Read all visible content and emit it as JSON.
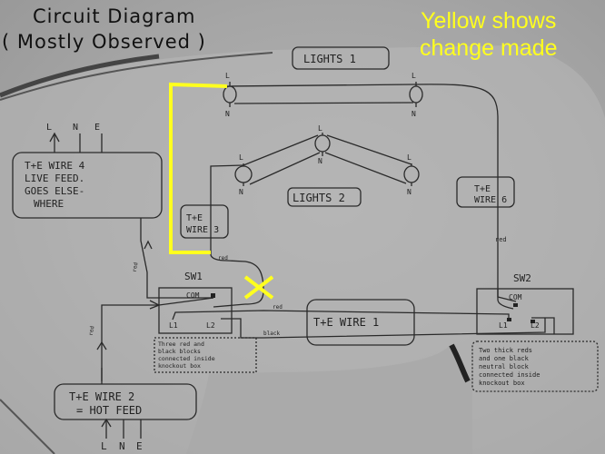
{
  "title": {
    "line1": "Circuit Diagram",
    "line2": "( Mostly Observed )"
  },
  "annotation": {
    "line1": "Yellow shows",
    "line2": "change made",
    "color": "#ffff1e"
  },
  "lights_1": {
    "label": "LIGHTS 1",
    "fittings": [
      {
        "top": "L",
        "bottom": "N"
      },
      {
        "top": "L",
        "bottom": "N"
      }
    ]
  },
  "lights_2": {
    "label": "LIGHTS 2",
    "fittings": [
      {
        "top": "L",
        "bottom": "N"
      },
      {
        "top": "L",
        "bottom": "N"
      },
      {
        "top": "L",
        "bottom": "N"
      }
    ]
  },
  "wires": {
    "wire_1": "T+E WIRE 1",
    "wire_2_line1": "T+E WIRE 2",
    "wire_2_line2": "= HOT FEED",
    "wire_3_line1": "T+E",
    "wire_3_line2": "WIRE 3",
    "wire_4_line1": "T+E WIRE 4",
    "wire_4_line2": "LIVE FEED.",
    "wire_4_line3": "GOES ELSE-",
    "wire_4_line4": "WHERE",
    "wire_6_line1": "T+E",
    "wire_6_line2": "WIRE 6"
  },
  "terminals": {
    "top_L": "L",
    "top_N": "N",
    "top_E": "E",
    "bottom_L": "L",
    "bottom_N": "N",
    "bottom_E": "E"
  },
  "switch_1": {
    "label": "SW1",
    "com": "COM",
    "l1": "L1",
    "l2": "L2",
    "note_lines": [
      "Three red and",
      "black blocks",
      "connected inside",
      "knockout box"
    ]
  },
  "switch_2": {
    "label": "SW2",
    "com": "COM",
    "l1": "L1",
    "l2": "L2",
    "note_lines": [
      "Two thick reds",
      "and one black",
      "neutral block",
      "connected inside",
      "knockout box"
    ]
  },
  "wire_labels": {
    "red_sw1": "red",
    "red_wire1": "red",
    "black_wire1": "black",
    "red_wire6": "red",
    "red_wire4": "red",
    "red_wire2": "red"
  },
  "change_marks": {
    "bypass_wire": "yellow-line",
    "removed_connection": "X"
  }
}
